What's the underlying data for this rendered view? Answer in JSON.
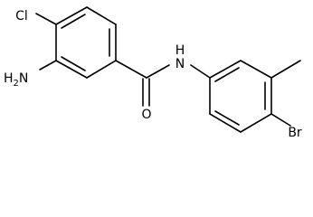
{
  "molecule": {
    "atoms": {
      "chloro": "Cl",
      "amino_h": "H",
      "amino_sub": "2",
      "amino_n": "N",
      "amide_n": "N",
      "amide_h": "H",
      "carbonyl_o": "O",
      "bromo": "Br"
    }
  }
}
